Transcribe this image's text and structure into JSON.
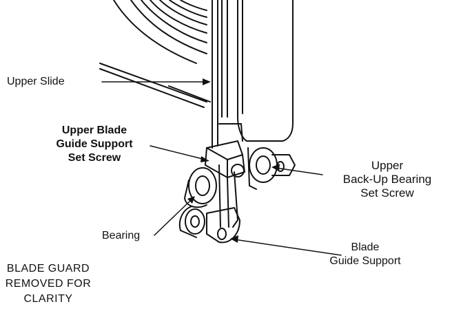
{
  "labels": {
    "upper_slide": "Upper Slide",
    "upper_blade_guide_support_set_screw": [
      "Upper Blade",
      "Guide Support",
      "Set Screw"
    ],
    "upper_backup_bearing_set_screw": [
      "Upper",
      "Back-Up Bearing",
      "Set Screw"
    ],
    "bearing": "Bearing",
    "blade_guide_support": [
      "Blade",
      "Guide Support"
    ],
    "note": [
      "BLADE GUARD",
      "REMOVED FOR",
      "CLARITY"
    ]
  },
  "colors": {
    "ink": "#111111",
    "background": "#ffffff"
  }
}
